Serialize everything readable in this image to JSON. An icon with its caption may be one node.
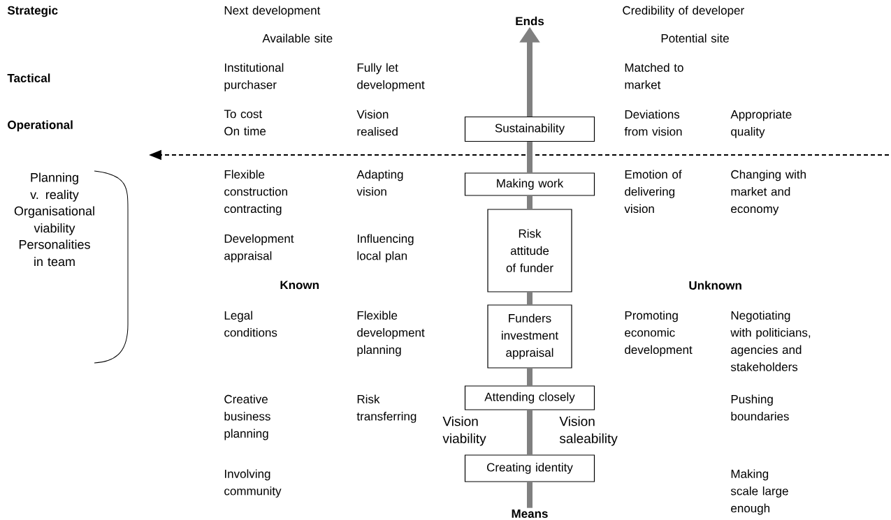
{
  "diagram": {
    "nodes": [
      {
        "text": [
          "Ends"
        ]
      },
      {
        "text": [
          "Sustainability"
        ]
      },
      {
        "text": [
          "Making work"
        ]
      },
      {
        "text": [
          "Risk attitude of funder"
        ]
      },
      {
        "text": [
          "Funders investment appraisal"
        ]
      },
      {
        "text": [
          "Attending closely"
        ]
      },
      {
        "text": [
          "Creating identity"
        ]
      },
      {
        "text": [
          "Means"
        ]
      }
    ],
    "edges": [
      {
        "from": 7,
        "to": 6,
        "arrow": "none"
      },
      {
        "from": 6,
        "to": 5,
        "arrow": "none"
      },
      {
        "from": 5,
        "to": 4,
        "arrow": "none"
      },
      {
        "from": 4,
        "to": 3,
        "arrow": "none"
      },
      {
        "from": 3,
        "to": 2,
        "arrow": "none"
      },
      {
        "from": 2,
        "to": 1,
        "arrow": "none"
      },
      {
        "from": 1,
        "to": 0,
        "arrow": "to"
      }
    ],
    "labels": [
      "Strategic",
      "Next development",
      "Credibility of developer",
      "Available site",
      "Potential site",
      "Tactical",
      "Institutional purchaser",
      "Fully let development",
      "Matched to market",
      "Operational",
      "To cost On time",
      "Vision realised",
      "Deviations from vision",
      "Appropriate quality",
      "Flexible construction contracting",
      "Adapting vision",
      "Emotion of delivering vision",
      "Changing with market and economy",
      "Planning v. reality",
      "Organisational viability",
      "Personalities in team",
      "Development appraisal",
      "Influencing local plan",
      "Known",
      "Unknown",
      "Legal conditions",
      "Flexible development planning",
      "Promoting economic development",
      "Negotiating with politicians, agencies and stakeholders",
      "Creative business planning",
      "Risk transferring",
      "Vision viability",
      "Vision saleability",
      "Pushing boundaries",
      "Involving community",
      "Making scale large enough"
    ]
  }
}
